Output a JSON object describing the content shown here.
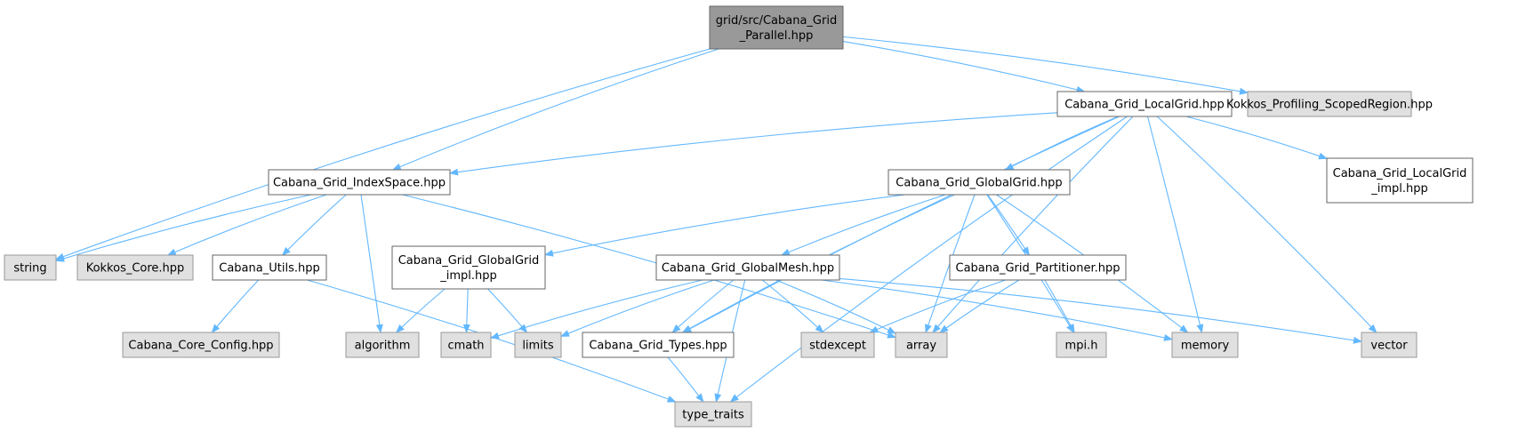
{
  "colors": {
    "edge": "#63b8ff",
    "root_fill": "#999999",
    "root_stroke": "#666666",
    "documented_fill": "#ffffff",
    "documented_stroke": "#666666",
    "external_fill": "#e0e0e0",
    "external_stroke": "#999999"
  },
  "nodes": [
    {
      "id": "root",
      "kind": "root",
      "lines": [
        "grid/src/Cabana_Grid",
        "_Parallel.hpp"
      ]
    },
    {
      "id": "localgrid",
      "kind": "documented",
      "lines": [
        "Cabana_Grid_LocalGrid.hpp"
      ]
    },
    {
      "id": "profiling",
      "kind": "external",
      "lines": [
        "Kokkos_Profiling_ScopedRegion.hpp"
      ]
    },
    {
      "id": "indexspace",
      "kind": "documented",
      "lines": [
        "Cabana_Grid_IndexSpace.hpp"
      ]
    },
    {
      "id": "globalgrid",
      "kind": "documented",
      "lines": [
        "Cabana_Grid_GlobalGrid.hpp"
      ]
    },
    {
      "id": "localgrid_impl",
      "kind": "documented",
      "lines": [
        "Cabana_Grid_LocalGrid",
        "_impl.hpp"
      ]
    },
    {
      "id": "string",
      "kind": "external",
      "lines": [
        "string"
      ]
    },
    {
      "id": "kokkos_core",
      "kind": "external",
      "lines": [
        "Kokkos_Core.hpp"
      ]
    },
    {
      "id": "utils",
      "kind": "documented",
      "lines": [
        "Cabana_Utils.hpp"
      ]
    },
    {
      "id": "globalgrid_impl",
      "kind": "documented",
      "lines": [
        "Cabana_Grid_GlobalGrid",
        "_impl.hpp"
      ]
    },
    {
      "id": "globalmesh",
      "kind": "documented",
      "lines": [
        "Cabana_Grid_GlobalMesh.hpp"
      ]
    },
    {
      "id": "partitioner",
      "kind": "documented",
      "lines": [
        "Cabana_Grid_Partitioner.hpp"
      ]
    },
    {
      "id": "core_config",
      "kind": "external",
      "lines": [
        "Cabana_Core_Config.hpp"
      ]
    },
    {
      "id": "algorithm",
      "kind": "external",
      "lines": [
        "algorithm"
      ]
    },
    {
      "id": "cmath",
      "kind": "external",
      "lines": [
        "cmath"
      ]
    },
    {
      "id": "limits",
      "kind": "external",
      "lines": [
        "limits"
      ]
    },
    {
      "id": "types",
      "kind": "documented",
      "lines": [
        "Cabana_Grid_Types.hpp"
      ]
    },
    {
      "id": "stdexcept",
      "kind": "external",
      "lines": [
        "stdexcept"
      ]
    },
    {
      "id": "array",
      "kind": "external",
      "lines": [
        "array"
      ]
    },
    {
      "id": "mpi",
      "kind": "external",
      "lines": [
        "mpi.h"
      ]
    },
    {
      "id": "memory",
      "kind": "external",
      "lines": [
        "memory"
      ]
    },
    {
      "id": "vector",
      "kind": "external",
      "lines": [
        "vector"
      ]
    },
    {
      "id": "type_traits",
      "kind": "external",
      "lines": [
        "type_traits"
      ]
    }
  ],
  "edges": [
    [
      "root",
      "string"
    ],
    [
      "root",
      "indexspace"
    ],
    [
      "root",
      "localgrid"
    ],
    [
      "root",
      "profiling"
    ],
    [
      "localgrid",
      "indexspace"
    ],
    [
      "localgrid",
      "globalgrid"
    ],
    [
      "localgrid",
      "types"
    ],
    [
      "localgrid",
      "array"
    ],
    [
      "localgrid",
      "memory"
    ],
    [
      "localgrid",
      "localgrid_impl"
    ],
    [
      "localgrid",
      "vector"
    ],
    [
      "localgrid",
      "type_traits"
    ],
    [
      "indexspace",
      "string"
    ],
    [
      "indexspace",
      "kokkos_core"
    ],
    [
      "indexspace",
      "utils"
    ],
    [
      "indexspace",
      "algorithm"
    ],
    [
      "indexspace",
      "array"
    ],
    [
      "globalgrid",
      "globalgrid_impl"
    ],
    [
      "globalgrid",
      "types"
    ],
    [
      "globalgrid",
      "globalmesh"
    ],
    [
      "globalgrid",
      "array"
    ],
    [
      "globalgrid",
      "partitioner"
    ],
    [
      "globalgrid",
      "mpi"
    ],
    [
      "globalgrid",
      "memory"
    ],
    [
      "utils",
      "core_config"
    ],
    [
      "utils",
      "type_traits"
    ],
    [
      "globalgrid_impl",
      "algorithm"
    ],
    [
      "globalgrid_impl",
      "cmath"
    ],
    [
      "globalgrid_impl",
      "limits"
    ],
    [
      "globalmesh",
      "cmath"
    ],
    [
      "globalmesh",
      "limits"
    ],
    [
      "globalmesh",
      "types"
    ],
    [
      "globalmesh",
      "type_traits"
    ],
    [
      "globalmesh",
      "stdexcept"
    ],
    [
      "globalmesh",
      "array"
    ],
    [
      "globalmesh",
      "memory"
    ],
    [
      "globalmesh",
      "vector"
    ],
    [
      "partitioner",
      "stdexcept"
    ],
    [
      "partitioner",
      "array"
    ],
    [
      "partitioner",
      "mpi"
    ],
    [
      "types",
      "type_traits"
    ]
  ]
}
